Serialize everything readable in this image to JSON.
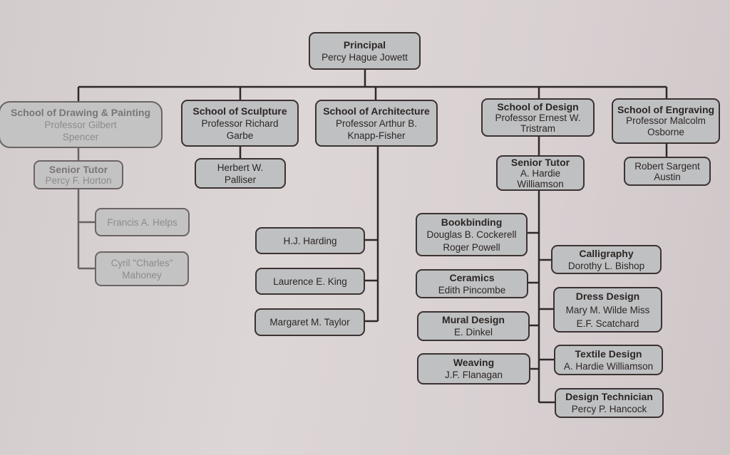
{
  "principal": {
    "title": "Principal",
    "name": "Percy Hague Jowett"
  },
  "schools": [
    {
      "title": "School of Drawing & Painting",
      "head": "Professor Gilbert Spencer"
    },
    {
      "title": "School of  Sculpture",
      "head": "Professor Richard Garbe"
    },
    {
      "title": "School of Architecture",
      "head": "Professor Arthur B. Knapp-Fisher"
    },
    {
      "title": "School of Design",
      "head": "Professor Ernest W. Tristram"
    },
    {
      "title": "School of Engraving",
      "head": "Professor Malcolm Osborne"
    }
  ],
  "drawing": {
    "tutor_title": "Senior Tutor",
    "tutor_name": "Percy F. Horton",
    "staff": [
      "Francis  A. Helps",
      "Cyril \"Charles\" Mahoney"
    ]
  },
  "sculpture": {
    "staff": [
      "Herbert W. Palliser"
    ]
  },
  "architecture": {
    "staff": [
      "H.J. Harding",
      "Laurence E. King",
      "Margaret M. Taylor"
    ]
  },
  "design": {
    "tutor_title": "Senior Tutor",
    "tutor_name": "A. Hardie Williamson",
    "depts": [
      {
        "title": "Bookbinding",
        "names": "Douglas B. Cockerell Roger Powell"
      },
      {
        "title": "Ceramics",
        "names": "Edith Pincombe"
      },
      {
        "title": "Mural Design",
        "names": "E. Dinkel"
      },
      {
        "title": "Weaving",
        "names": "J.F. Flanagan"
      },
      {
        "title": "Calligraphy",
        "names": "Dorothy L. Bishop"
      },
      {
        "title": "Dress Design",
        "names": "Mary M. Wilde Miss E.F. Scatchard"
      },
      {
        "title": "Textile Design",
        "names": "A. Hardie Williamson"
      },
      {
        "title": "Design Technician",
        "names": "Percy P. Hancock"
      }
    ]
  },
  "engraving": {
    "staff": [
      "Robert Sargent Austin"
    ]
  }
}
